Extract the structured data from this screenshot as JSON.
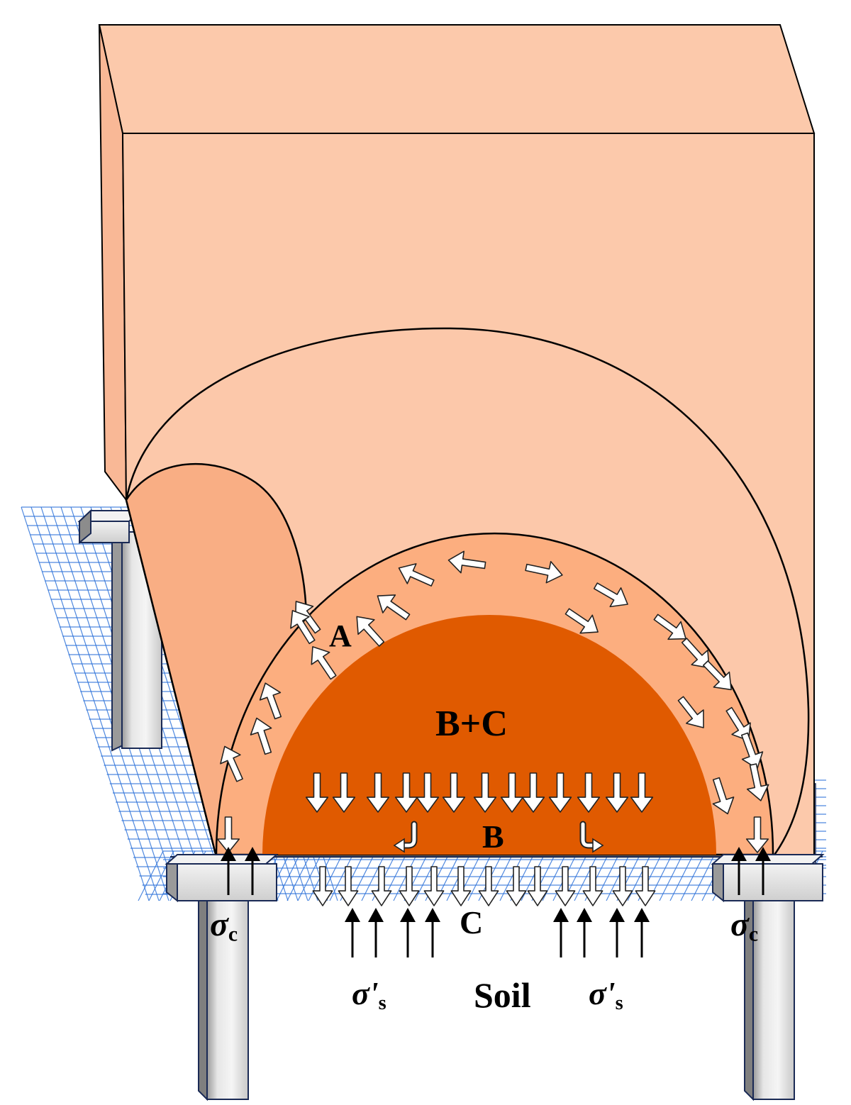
{
  "labels": {
    "zone_a": "A",
    "zone_bc": "B+C",
    "zone_b": "B",
    "zone_c": "C",
    "soil": "Soil",
    "sigma_c_symbol": "σ",
    "sigma_c_sub": "c",
    "sigma_s_symbol": "σ'",
    "sigma_s_sub": "s"
  },
  "colors": {
    "box_face": "#fcc9ab",
    "box_side": "#f7b994",
    "dome_outer": "#fcc8aa",
    "left_lobe": "#f9ae84",
    "ring_a": "#fcae7f",
    "core_bc": "#e05a00",
    "grid": "#2f73d9",
    "pile_light": "#e9e9e9",
    "pile_dark": "#8f8f8f",
    "outline": "#000000"
  },
  "icons": {
    "arch_arrow": "hollow-arch-arrow-icon",
    "down_arrow": "hollow-down-arrow-icon",
    "up_arrow": "solid-up-arrow-icon",
    "hook_arrow": "hollow-hook-arrow-icon"
  }
}
